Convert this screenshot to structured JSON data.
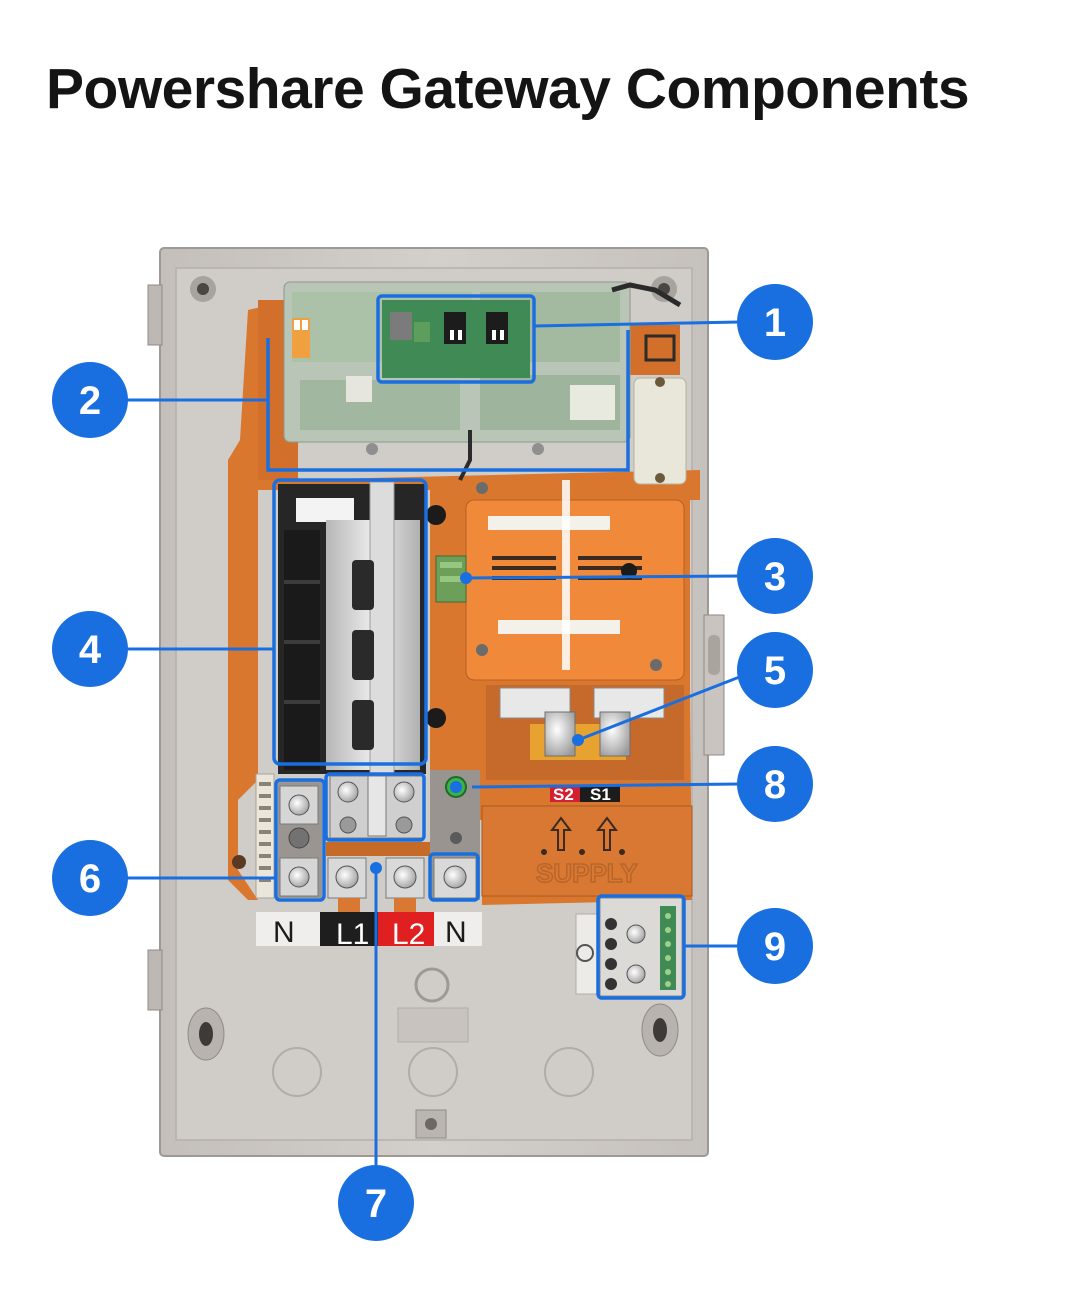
{
  "title": "Powershare Gateway Components",
  "colors": {
    "callout_blue": "#1a6fe0",
    "enclosure_gray": "#cfcac6",
    "orange_panel": "#dd7a35",
    "pcb_green": "#8fae90",
    "black_terminal": "#1e1e1e",
    "red_terminal": "#e02020"
  },
  "callouts": [
    "1",
    "2",
    "3",
    "4",
    "5",
    "6",
    "7",
    "8",
    "9"
  ],
  "terminal_labels": {
    "n_left": "N",
    "l1": "L1",
    "l2": "L2",
    "n_right": "N",
    "s2": "S2",
    "s1": "S1",
    "supply": "SUPPLY"
  }
}
